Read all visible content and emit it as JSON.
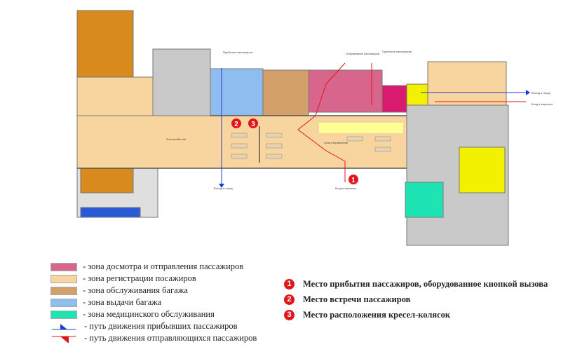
{
  "colors": {
    "departure": "#d8668c",
    "registration": "#f8d49e",
    "baggage_service": "#d4a06a",
    "baggage_claim": "#8fbdf0",
    "medical": "#1ee3b2",
    "arrival_path": "#1c3fd0",
    "departure_path": "#e0161b",
    "gray": "#c9c9c9",
    "orange": "#d98a1c",
    "yellow": "#f2f200",
    "light_yellow": "#ffff96",
    "magenta": "#d81b6e"
  },
  "plan": {
    "labels": {
      "arrival_top": "Прибытие пассажиров",
      "departure_top": "Отправление пассажиров",
      "arrival_top2": "Прибытие пассажиров",
      "arrival_hall": "Зона прибытия",
      "departure_hall": "Зона отправления",
      "exit_left": "Выход в город",
      "exit_right": "Вход в аэропорт",
      "exit_east1": "Выход в город",
      "exit_east2": "Вход в аэропорт"
    },
    "markers": [
      "1",
      "2",
      "3"
    ]
  },
  "legend": [
    {
      "label": "- зона досмотра и отправления пассажиров",
      "color": "#d8668c"
    },
    {
      "label": "- зона регистрации посажиров",
      "color": "#f8d49e"
    },
    {
      "label": "- зона обслуживания багажа",
      "color": "#d4a06a"
    },
    {
      "label": "- зона  выдачи багажа",
      "color": "#8fbdf0"
    },
    {
      "label": "- зона медицинского обслуживания",
      "color": "#1ee3b2"
    }
  ],
  "paths": [
    {
      "label": "- путь движения прибывших пассажиров"
    },
    {
      "label": "- путь движения отправляющихся пассажиров"
    }
  ],
  "marker_legend": [
    {
      "num": "1",
      "label": "Место прибытия пассажиров, оборудованное кнопкой вызова"
    },
    {
      "num": "2",
      "label": "Место встречи пассажиров"
    },
    {
      "num": "3",
      "label": "Место расположения кресел-колясок"
    }
  ]
}
